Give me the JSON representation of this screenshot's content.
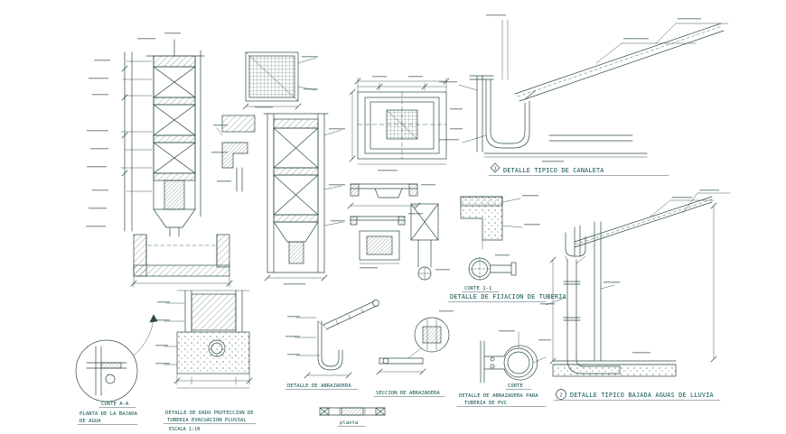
{
  "drawing": {
    "background": "#ffffff",
    "line_color": "#2b4a48",
    "text_color": "#0b514e"
  },
  "details": {
    "canaleta": {
      "number": "1",
      "title": "DETALLE TIPICO DE CANALETA"
    },
    "fijacion": {
      "sublabel": "CORTE 1-1",
      "title": "DETALLE DE FIJACION DE TUBERIA"
    },
    "bajada": {
      "number": "2",
      "title": "DETALLE TIPICO BAJADA AGUAS DE LLUVIA"
    },
    "planta_bajada": {
      "sublabel": "CORTE A-A",
      "title_line1": "PLANTA DE LA BAJADA",
      "title_line2": "DE AGUA"
    },
    "dado": {
      "title_line1": "DETALLE DE DADO PROTECCION DE",
      "title_line2": "TUBERIA EVACUACION PLUVIAL",
      "scale": "ESCALA 1:10"
    },
    "abrazadera": {
      "title": "DETALLE DE ABRAZADERA"
    },
    "seccion_abrazadera": {
      "title": "SECCION DE ABRAZADERA"
    },
    "abrazadera_pvc": {
      "sublabel": "CORTE",
      "title_line1": "DETALLE DE ABRAZADERA PARA",
      "title_line2": "TUBERIA DE PVC"
    },
    "planta_strip": {
      "label": "planta"
    }
  }
}
